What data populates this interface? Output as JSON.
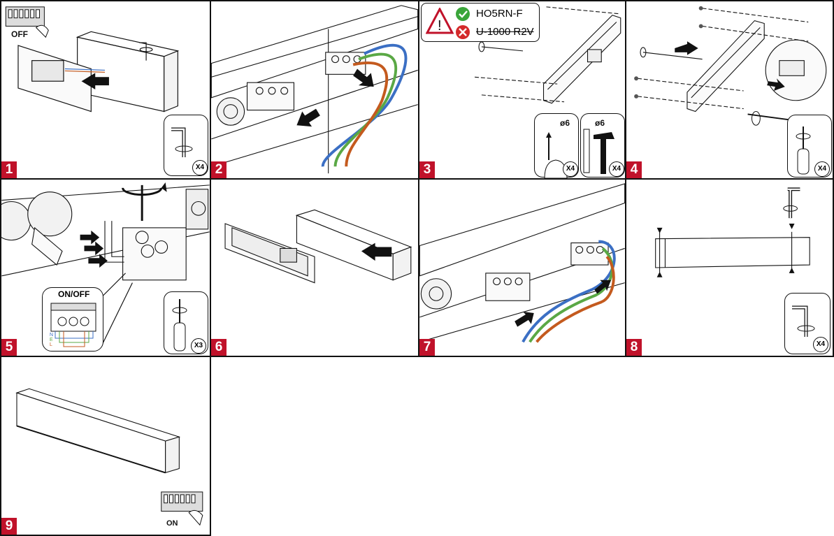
{
  "steps": [
    {
      "number": "1",
      "switch_label": "OFF",
      "tool_count": "X4"
    },
    {
      "number": "2"
    },
    {
      "number": "3",
      "cable_ok": "HO5RN-F",
      "cable_not": "U-1000 R2V",
      "drill_size": "ø6",
      "plug_size": "ø6",
      "drill_count": "X4",
      "plug_count": "X4"
    },
    {
      "number": "4",
      "tool_count": "X4"
    },
    {
      "number": "5",
      "switch_label": "ON/OFF",
      "terminal_labels": [
        "N",
        "E",
        "L"
      ],
      "tool_count": "X3"
    },
    {
      "number": "6"
    },
    {
      "number": "7"
    },
    {
      "number": "8",
      "tool_count": "X4"
    },
    {
      "number": "9",
      "switch_label": "ON"
    }
  ],
  "colors": {
    "accent": "#c0122a",
    "wire_blue": "#3b6fc4",
    "wire_green": "#5aa845",
    "wire_brown": "#c45a1e",
    "ok": "#3aa53a",
    "no": "#d42a2a"
  },
  "icons": [
    "allen-key-icon",
    "screwdriver-icon",
    "drill-icon",
    "hammer-icon",
    "warning-icon",
    "check-icon",
    "cross-icon",
    "arrow-icon",
    "breaker-icon"
  ]
}
